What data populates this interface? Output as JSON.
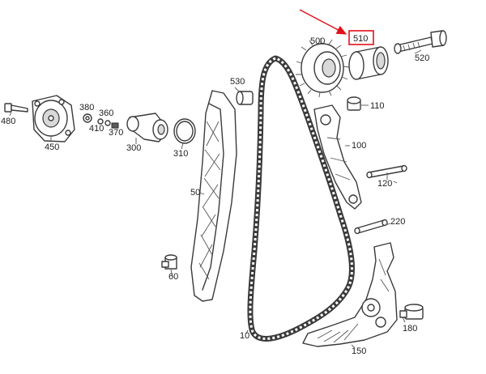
{
  "diagram": {
    "highlight_color": "#e0101a",
    "line_color": "#3a3a3a",
    "labels": {
      "p10": "10",
      "p50": "50",
      "p60": "60",
      "p100": "100",
      "p110": "110",
      "p120": "120",
      "p150": "150",
      "p180": "180",
      "p220": "220",
      "p300": "300",
      "p310": "310",
      "p360": "360",
      "p370": "370",
      "p380": "380",
      "p410": "410",
      "p450": "450",
      "p480": "480",
      "p500": "500",
      "p510": "510",
      "p520": "520",
      "p530": "530"
    },
    "highlighted_part": "510"
  }
}
